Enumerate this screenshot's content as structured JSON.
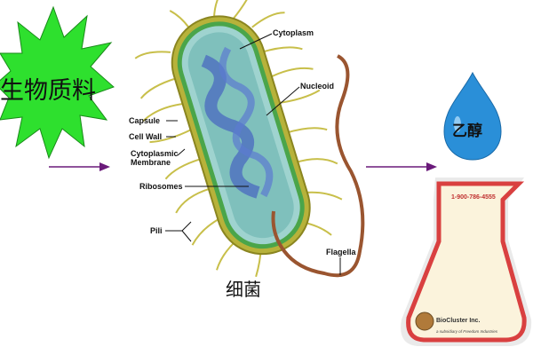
{
  "biomass": {
    "label": "生物质料",
    "color": "#22dd22"
  },
  "bacterium": {
    "title": "细菌",
    "labels": {
      "cytoplasm": "Cytoplasm",
      "nucleoid": "Nucleoid",
      "capsule": "Capsule",
      "cell_wall": "Cell Wall",
      "cytoplasmic_membrane_1": "Cytoplasmic",
      "cytoplasmic_membrane_2": "Membrane",
      "ribosomes": "Ribosomes",
      "pili": "Pili",
      "flagella": "Flagella"
    }
  },
  "ethanol": {
    "label": "乙醇",
    "color": "#2a8fd8"
  },
  "flask": {
    "phone": "1-900-786-4555",
    "brand": "BioCluster Inc.",
    "subtitle": "a subsidiary of Freedom Industries"
  },
  "arrow_color": "#6a1a7a"
}
